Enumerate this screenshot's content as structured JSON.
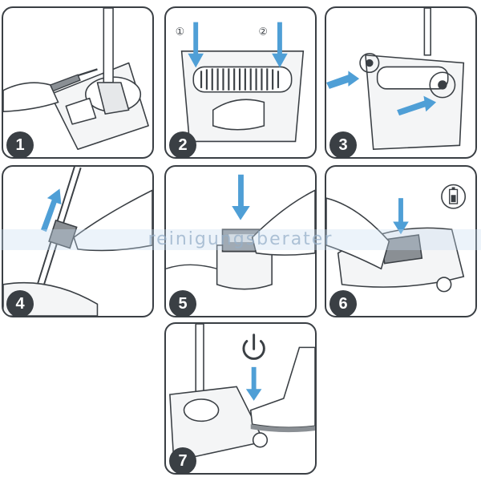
{
  "watermark": "reinigungsberater",
  "colors": {
    "outline": "#3a3f44",
    "arrow": "#4f9fd6",
    "gray": "#8a8f94",
    "light": "#d8dadc"
  },
  "steps": [
    {
      "number": "1",
      "icons": [
        "screwdriver-icon",
        "sweeper-head-icon"
      ]
    },
    {
      "number": "2",
      "sub_labels": [
        "①",
        "②"
      ],
      "icons": [
        "brush-roll-icon",
        "down-arrow-icon"
      ]
    },
    {
      "number": "3",
      "icons": [
        "side-brush-icon",
        "insert-arrow-icon"
      ]
    },
    {
      "number": "4",
      "icons": [
        "handle-icon",
        "up-arrow-icon"
      ]
    },
    {
      "number": "5",
      "icons": [
        "charger-icon",
        "battery-pack-icon",
        "down-arrow-icon"
      ]
    },
    {
      "number": "6",
      "icons": [
        "battery-charged-icon",
        "down-arrow-icon"
      ]
    },
    {
      "number": "7",
      "icons": [
        "power-icon",
        "foot-icon",
        "down-arrow-icon"
      ]
    }
  ]
}
